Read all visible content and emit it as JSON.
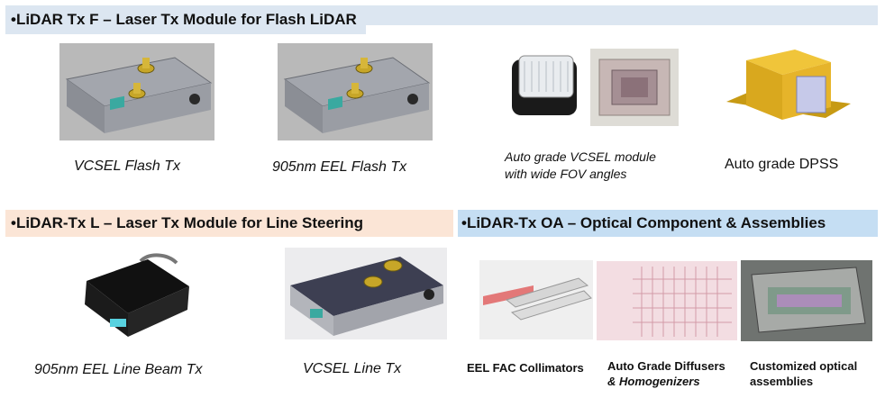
{
  "sections": {
    "flash": {
      "title": "•LiDAR Tx F – Laser Tx Module for Flash LiDAR"
    },
    "line": {
      "title": "•LiDAR-Tx L – Laser Tx Module for Line Steering"
    },
    "optical": {
      "title": "•LiDAR-Tx OA – Optical Component & Assemblies"
    }
  },
  "products": {
    "vcsel_flash": "VCSEL Flash Tx",
    "eel_flash": "905nm EEL Flash Tx",
    "auto_vcsel_line1": "Auto grade VCSEL module",
    "auto_vcsel_line2": "with wide FOV angles",
    "auto_dpss": "Auto grade DPSS",
    "eel_line_beam": "905nm EEL Line Beam Tx",
    "vcsel_line": "VCSEL Line Tx",
    "eel_fac": "EEL FAC Collimators",
    "diffusers_line1": "Auto Grade Diffusers",
    "diffusers_line2": "& Homogenizers",
    "custom_line1": "Customized optical",
    "custom_line2": "assemblies"
  },
  "colors": {
    "flash_header": "#dce6f1",
    "line_header": "#fbe5d6",
    "optical_header": "#c5def3"
  }
}
